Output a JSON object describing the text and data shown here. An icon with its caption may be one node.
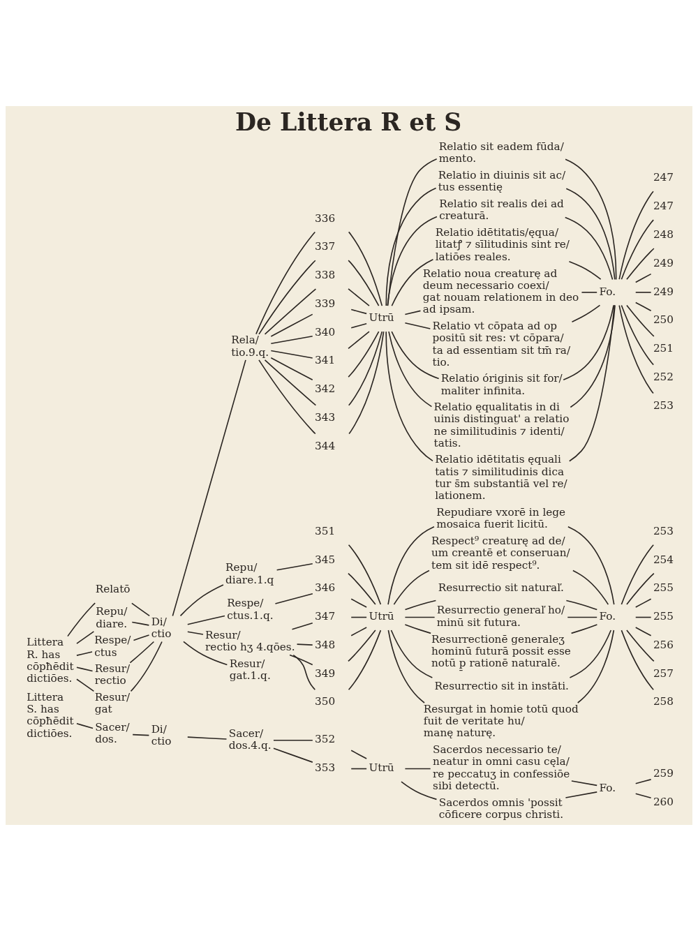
{
  "diagram": {
    "title": "De Littera R et S",
    "nodes": [
      {
        "text": [
          "Littera R. has cōpħēdit dictiōes."
        ]
      },
      {
        "text": [
          "Relatō"
        ]
      },
      {
        "text": [
          "Repu/ diare."
        ]
      },
      {
        "text": [
          "Respe/ ctus"
        ]
      },
      {
        "text": [
          "Resur/ rectio"
        ]
      },
      {
        "text": [
          "Resur/ gat"
        ]
      },
      {
        "text": [
          "Di/ ctio"
        ]
      },
      {
        "text": [
          "Rela/ tio.9.q."
        ]
      },
      {
        "text": [
          "Repu/ diare.1.q"
        ]
      },
      {
        "text": [
          "Respe/ ctus.1.q."
        ]
      },
      {
        "text": [
          "Resur/ rectio hʒ 4.qōes."
        ]
      },
      {
        "text": [
          "Resur/ gat.1.q."
        ]
      },
      {
        "text": [
          "336"
        ]
      },
      {
        "text": [
          "337"
        ]
      },
      {
        "text": [
          "338"
        ]
      },
      {
        "text": [
          "339"
        ]
      },
      {
        "text": [
          "340"
        ]
      },
      {
        "text": [
          "341"
        ]
      },
      {
        "text": [
          "342"
        ]
      },
      {
        "text": [
          "343"
        ]
      },
      {
        "text": [
          "344"
        ]
      },
      {
        "text": [
          "345"
        ]
      },
      {
        "text": [
          "346"
        ]
      },
      {
        "text": [
          "347"
        ]
      },
      {
        "text": [
          "348"
        ]
      },
      {
        "text": [
          "349"
        ]
      },
      {
        "text": [
          "350"
        ]
      },
      {
        "text": [
          "351"
        ]
      },
      {
        "text": [
          "Utrū"
        ]
      },
      {
        "text": [
          "Utrū"
        ]
      },
      {
        "text": [
          "Relatio sit eadem fūda/ mento."
        ]
      },
      {
        "text": [
          "Relatio in diuinis sit ac/ tus essentię"
        ]
      },
      {
        "text": [
          "Relatio sit realis dei ad creaturā."
        ]
      },
      {
        "text": [
          "Relatio idētitatis/ęqua/ litatꝭ ⁊ sīlitudinis sint re/ latiōes reales."
        ]
      },
      {
        "text": [
          "Relatio noua creaturę ad deum necessario coexi/ gat nouam relationem in deo ad ipsam."
        ]
      },
      {
        "text": [
          "Relatio vt cōpata ad op positū sit res: vt cōpara/ ta ad essentiam sit tm̄ ra/ tio."
        ]
      },
      {
        "text": [
          "Relatio óriginis sit for/ maliter infinita."
        ]
      },
      {
        "text": [
          "Relatio ęqualitatis in di uinis distinguat' a relatio ne similitudinis ⁊ identi/ tatis."
        ]
      },
      {
        "text": [
          "Relatio idētitatis ęquali tatis ⁊ similitudinis dica tur s̄m substantiā vel re/ lationem."
        ]
      },
      {
        "text": [
          "Repudiare vxorē in lege mosaica fuerit licitū."
        ]
      },
      {
        "text": [
          "Respect⁹ creaturę ad de/ um creantē et conseruan/ tem sit idē respect⁹."
        ]
      },
      {
        "text": [
          "Resurrectio sit naturaľ."
        ]
      },
      {
        "text": [
          "Resurrectio generaľ ho/ minū sit futura."
        ]
      },
      {
        "text": [
          "Resurrectionē generaleʒ hominū futurā possit esse notū p̱ rationē naturalē."
        ]
      },
      {
        "text": [
          "Resurrectio sit in instāti."
        ]
      },
      {
        "text": [
          "Resurgat in homie totū quod fuit de veritate hu/ manę naturę."
        ]
      },
      {
        "text": [
          "Fo."
        ]
      },
      {
        "text": [
          "Fo."
        ]
      },
      {
        "text": [
          "247"
        ]
      },
      {
        "text": [
          "247"
        ]
      },
      {
        "text": [
          "248"
        ]
      },
      {
        "text": [
          "249"
        ]
      },
      {
        "text": [
          "249"
        ]
      },
      {
        "text": [
          "250"
        ]
      },
      {
        "text": [
          "251"
        ]
      },
      {
        "text": [
          "252"
        ]
      },
      {
        "text": [
          "253"
        ]
      },
      {
        "text": [
          "253"
        ]
      },
      {
        "text": [
          "254"
        ]
      },
      {
        "text": [
          "255"
        ]
      },
      {
        "text": [
          "255"
        ]
      },
      {
        "text": [
          "256"
        ]
      },
      {
        "text": [
          "257"
        ]
      },
      {
        "text": [
          "258"
        ]
      },
      {
        "text": [
          "Littera S. has cōpħēdit dictiōes."
        ]
      },
      {
        "text": [
          "Sacer/ dos."
        ]
      },
      {
        "text": [
          "Di/ ctio"
        ]
      },
      {
        "text": [
          "Sacer/ dos.4.q."
        ]
      },
      {
        "text": [
          "352"
        ]
      },
      {
        "text": [
          "353"
        ]
      },
      {
        "text": [
          "Utrū"
        ]
      },
      {
        "text": [
          "Sacerdos necessario te/ neatur in omni casu cęla/ re peccatuʒ in confessiōe sibi detectū."
        ]
      },
      {
        "text": [
          "Sacerdos omnis 'possit cōficere corpus christi."
        ]
      },
      {
        "text": [
          "Fo."
        ]
      },
      {
        "text": [
          "259"
        ]
      },
      {
        "text": [
          "260"
        ]
      }
    ],
    "edges": [
      {
        "from": 0,
        "to": 1,
        "arrow": "none"
      },
      {
        "from": 0,
        "to": 2,
        "arrow": "none"
      },
      {
        "from": 0,
        "to": 3,
        "arrow": "none"
      },
      {
        "from": 0,
        "to": 4,
        "arrow": "none"
      },
      {
        "from": 0,
        "to": 5,
        "arrow": "none"
      },
      {
        "from": 1,
        "to": 6,
        "arrow": "none"
      },
      {
        "from": 2,
        "to": 6,
        "arrow": "none"
      },
      {
        "from": 3,
        "to": 6,
        "arrow": "none"
      },
      {
        "from": 4,
        "to": 6,
        "arrow": "none"
      },
      {
        "from": 5,
        "to": 6,
        "arrow": "none"
      },
      {
        "from": 6,
        "to": 7,
        "arrow": "none"
      },
      {
        "from": 6,
        "to": 8,
        "arrow": "none"
      },
      {
        "from": 6,
        "to": 9,
        "arrow": "none"
      },
      {
        "from": 6,
        "to": 10,
        "arrow": "none"
      },
      {
        "from": 6,
        "to": 11,
        "arrow": "none"
      },
      {
        "from": 7,
        "to": 12,
        "arrow": "none"
      },
      {
        "from": 7,
        "to": 13,
        "arrow": "none"
      },
      {
        "from": 7,
        "to": 14,
        "arrow": "none"
      },
      {
        "from": 7,
        "to": 15,
        "arrow": "none"
      },
      {
        "from": 7,
        "to": 16,
        "arrow": "none"
      },
      {
        "from": 7,
        "to": 17,
        "arrow": "none"
      },
      {
        "from": 7,
        "to": 18,
        "arrow": "none"
      },
      {
        "from": 7,
        "to": 19,
        "arrow": "none"
      },
      {
        "from": 7,
        "to": 20,
        "arrow": "none"
      },
      {
        "from": 8,
        "to": 21,
        "arrow": "none"
      },
      {
        "from": 9,
        "to": 22,
        "arrow": "none"
      },
      {
        "from": 10,
        "to": 23,
        "arrow": "none"
      },
      {
        "from": 10,
        "to": 24,
        "arrow": "none"
      },
      {
        "from": 10,
        "to": 25,
        "arrow": "none"
      },
      {
        "from": 10,
        "to": 26,
        "arrow": "none"
      },
      {
        "from": 12,
        "to": 28,
        "arrow": "none"
      },
      {
        "from": 13,
        "to": 28,
        "arrow": "none"
      },
      {
        "from": 14,
        "to": 28,
        "arrow": "none"
      },
      {
        "from": 15,
        "to": 28,
        "arrow": "none"
      },
      {
        "from": 16,
        "to": 28,
        "arrow": "none"
      },
      {
        "from": 17,
        "to": 28,
        "arrow": "none"
      },
      {
        "from": 18,
        "to": 28,
        "arrow": "none"
      },
      {
        "from": 19,
        "to": 28,
        "arrow": "none"
      },
      {
        "from": 20,
        "to": 28,
        "arrow": "none"
      },
      {
        "from": 21,
        "to": 29,
        "arrow": "none"
      },
      {
        "from": 22,
        "to": 29,
        "arrow": "none"
      },
      {
        "from": 23,
        "to": 29,
        "arrow": "none"
      },
      {
        "from": 24,
        "to": 29,
        "arrow": "none"
      },
      {
        "from": 25,
        "to": 29,
        "arrow": "none"
      },
      {
        "from": 26,
        "to": 29,
        "arrow": "none"
      },
      {
        "from": 27,
        "to": 29,
        "arrow": "none"
      },
      {
        "from": 28,
        "to": 30,
        "arrow": "none"
      },
      {
        "from": 28,
        "to": 31,
        "arrow": "none"
      },
      {
        "from": 28,
        "to": 32,
        "arrow": "none"
      },
      {
        "from": 28,
        "to": 33,
        "arrow": "none"
      },
      {
        "from": 28,
        "to": 34,
        "arrow": "none"
      },
      {
        "from": 28,
        "to": 35,
        "arrow": "none"
      },
      {
        "from": 28,
        "to": 36,
        "arrow": "none"
      },
      {
        "from": 28,
        "to": 37,
        "arrow": "none"
      },
      {
        "from": 28,
        "to": 38,
        "arrow": "none"
      },
      {
        "from": 29,
        "to": 39,
        "arrow": "none"
      },
      {
        "from": 29,
        "to": 40,
        "arrow": "none"
      },
      {
        "from": 29,
        "to": 41,
        "arrow": "none"
      },
      {
        "from": 29,
        "to": 42,
        "arrow": "none"
      },
      {
        "from": 29,
        "to": 43,
        "arrow": "none"
      },
      {
        "from": 29,
        "to": 44,
        "arrow": "none"
      },
      {
        "from": 29,
        "to": 45,
        "arrow": "none"
      },
      {
        "from": 30,
        "to": 46,
        "arrow": "none"
      },
      {
        "from": 31,
        "to": 46,
        "arrow": "none"
      },
      {
        "from": 32,
        "to": 46,
        "arrow": "none"
      },
      {
        "from": 33,
        "to": 46,
        "arrow": "none"
      },
      {
        "from": 34,
        "to": 46,
        "arrow": "none"
      },
      {
        "from": 35,
        "to": 46,
        "arrow": "none"
      },
      {
        "from": 36,
        "to": 46,
        "arrow": "none"
      },
      {
        "from": 37,
        "to": 46,
        "arrow": "none"
      },
      {
        "from": 38,
        "to": 46,
        "arrow": "none"
      },
      {
        "from": 39,
        "to": 47,
        "arrow": "none"
      },
      {
        "from": 40,
        "to": 47,
        "arrow": "none"
      },
      {
        "from": 41,
        "to": 47,
        "arrow": "none"
      },
      {
        "from": 42,
        "to": 47,
        "arrow": "none"
      },
      {
        "from": 43,
        "to": 47,
        "arrow": "none"
      },
      {
        "from": 44,
        "to": 47,
        "arrow": "none"
      },
      {
        "from": 45,
        "to": 47,
        "arrow": "none"
      },
      {
        "from": 46,
        "to": 48,
        "arrow": "none"
      },
      {
        "from": 46,
        "to": 49,
        "arrow": "none"
      },
      {
        "from": 46,
        "to": 50,
        "arrow": "none"
      },
      {
        "from": 46,
        "to": 51,
        "arrow": "none"
      },
      {
        "from": 46,
        "to": 52,
        "arrow": "none"
      },
      {
        "from": 46,
        "to": 53,
        "arrow": "none"
      },
      {
        "from": 46,
        "to": 54,
        "arrow": "none"
      },
      {
        "from": 46,
        "to": 55,
        "arrow": "none"
      },
      {
        "from": 46,
        "to": 56,
        "arrow": "none"
      },
      {
        "from": 47,
        "to": 57,
        "arrow": "none"
      },
      {
        "from": 47,
        "to": 58,
        "arrow": "none"
      },
      {
        "from": 47,
        "to": 59,
        "arrow": "none"
      },
      {
        "from": 47,
        "to": 60,
        "arrow": "none"
      },
      {
        "from": 47,
        "to": 61,
        "arrow": "none"
      },
      {
        "from": 47,
        "to": 62,
        "arrow": "none"
      },
      {
        "from": 47,
        "to": 63,
        "arrow": "none"
      },
      {
        "from": 64,
        "to": 65,
        "arrow": "none"
      },
      {
        "from": 65,
        "to": 66,
        "arrow": "none"
      },
      {
        "from": 66,
        "to": 67,
        "arrow": "none"
      },
      {
        "from": 67,
        "to": 68,
        "arrow": "none"
      },
      {
        "from": 67,
        "to": 69,
        "arrow": "none"
      },
      {
        "from": 68,
        "to": 70,
        "arrow": "none"
      },
      {
        "from": 69,
        "to": 70,
        "arrow": "none"
      },
      {
        "from": 70,
        "to": 71,
        "arrow": "none"
      },
      {
        "from": 70,
        "to": 72,
        "arrow": "none"
      },
      {
        "from": 71,
        "to": 73,
        "arrow": "none"
      },
      {
        "from": 72,
        "to": 73,
        "arrow": "none"
      },
      {
        "from": 73,
        "to": 74,
        "arrow": "none"
      },
      {
        "from": 73,
        "to": 75,
        "arrow": "none"
      }
    ]
  }
}
